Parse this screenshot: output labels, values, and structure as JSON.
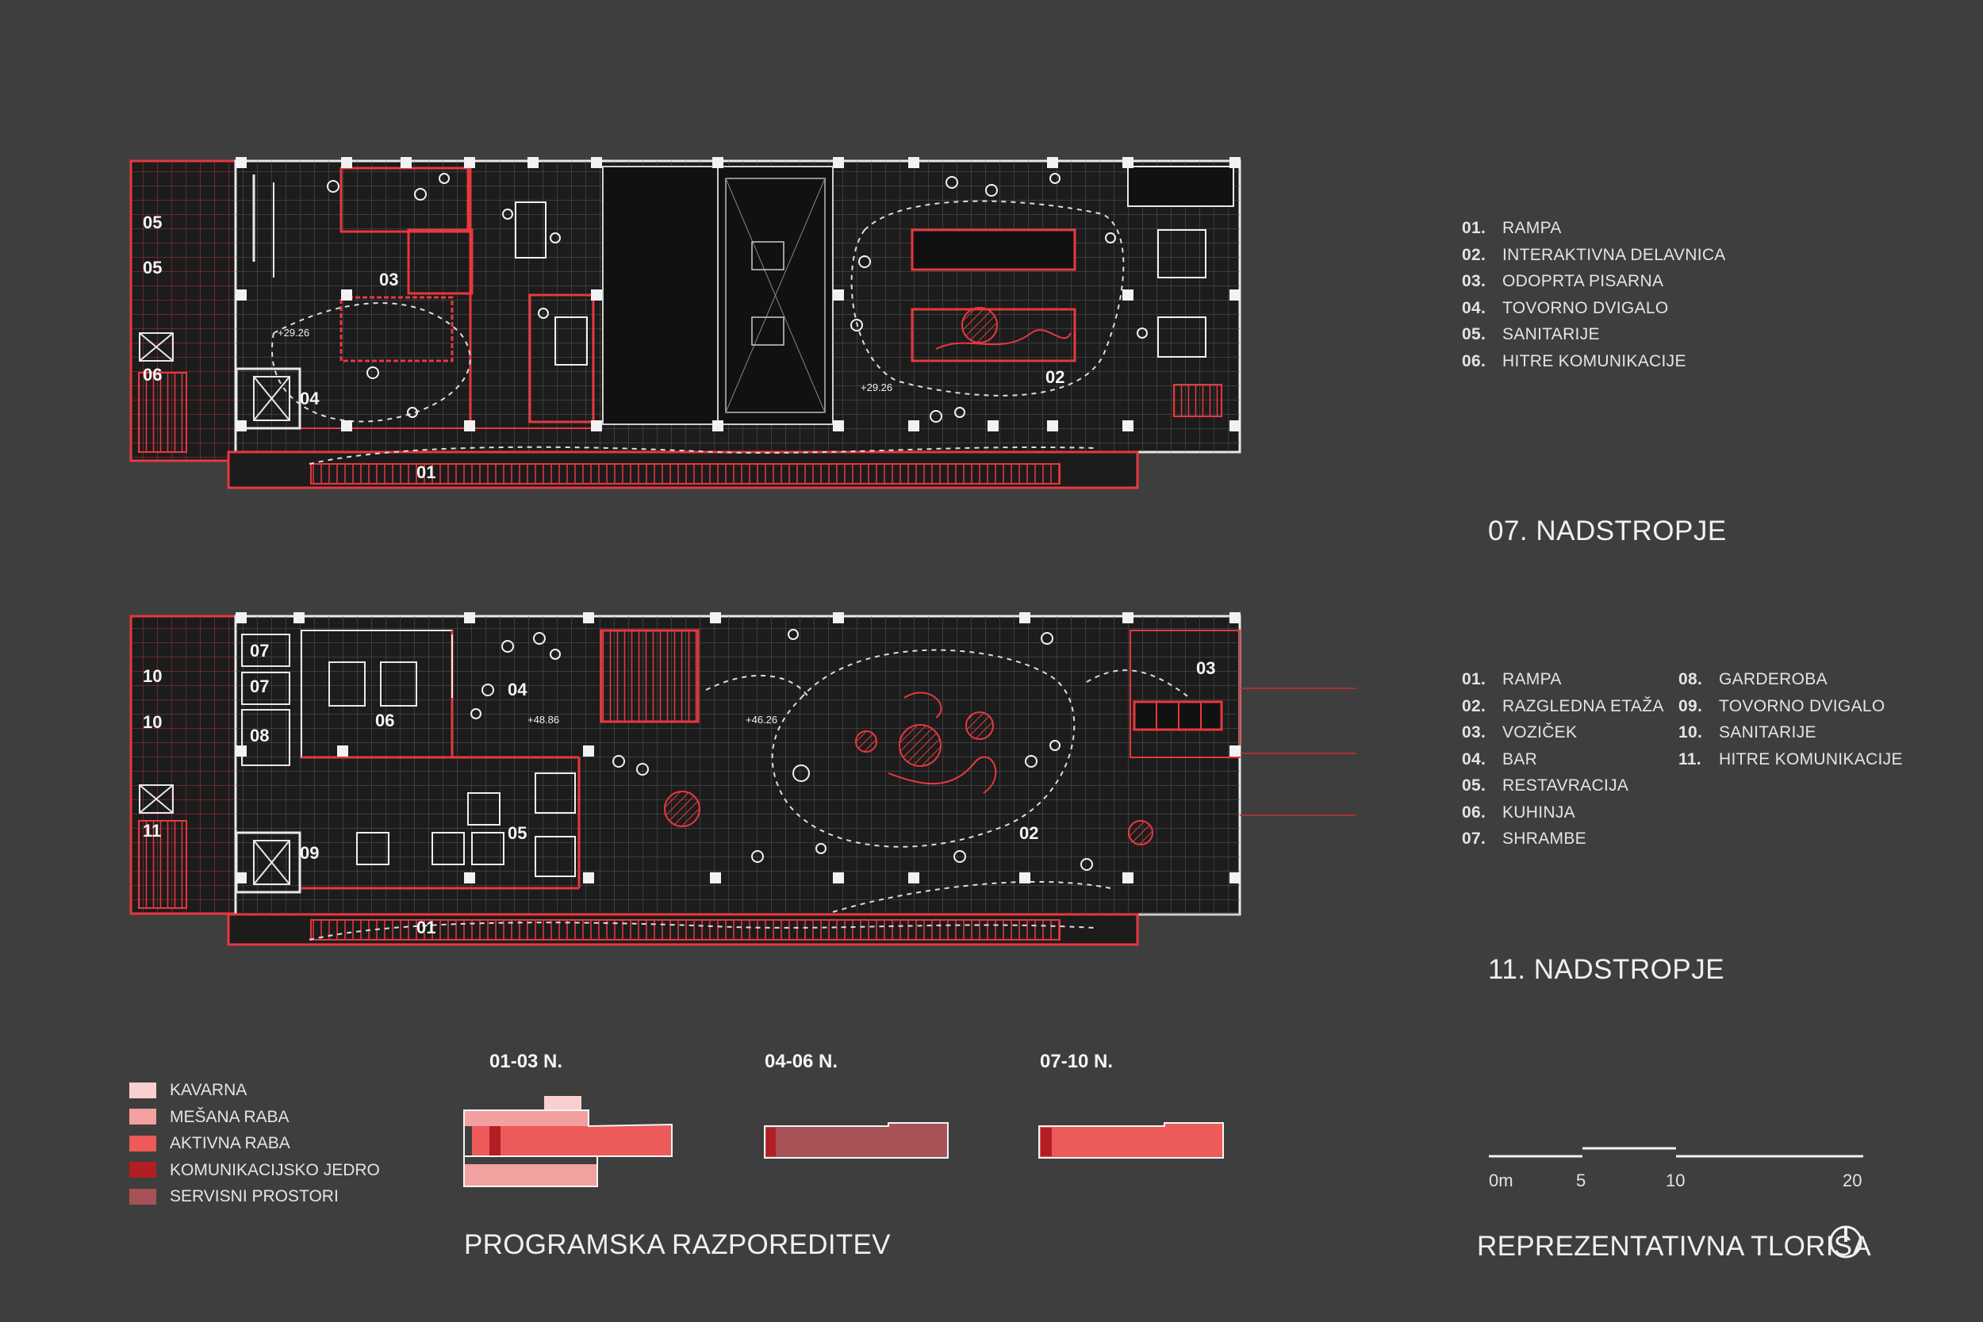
{
  "floor7": {
    "title": "07. NADSTROPJE",
    "legend": [
      {
        "num": "01.",
        "label": "RAMPA"
      },
      {
        "num": "02.",
        "label": "INTERAKTIVNA DELAVNICA"
      },
      {
        "num": "03.",
        "label": "ODOPRTA PISARNA"
      },
      {
        "num": "04.",
        "label": "TOVORNO DVIGALO"
      },
      {
        "num": "05.",
        "label": "SANITARIJE"
      },
      {
        "num": "06.",
        "label": "HITRE KOMUNIKACIJE"
      }
    ],
    "room_tags": [
      "05",
      "05",
      "06",
      "03",
      "04",
      "01",
      "02"
    ],
    "levels": [
      "+29.26",
      "+29.26"
    ]
  },
  "floor11": {
    "title": "11. NADSTROPJE",
    "legend_col1": [
      {
        "num": "01.",
        "label": "RAMPA"
      },
      {
        "num": "02.",
        "label": "RAZGLEDNA ETAŽA"
      },
      {
        "num": "03.",
        "label": "VOZIČEK"
      },
      {
        "num": "04.",
        "label": "BAR"
      },
      {
        "num": "05.",
        "label": "RESTAVRACIJA"
      },
      {
        "num": "06.",
        "label": "KUHINJA"
      },
      {
        "num": "07.",
        "label": "SHRAMBE"
      }
    ],
    "legend_col2": [
      {
        "num": "08.",
        "label": "GARDEROBA"
      },
      {
        "num": "09.",
        "label": "TOVORNO DVIGALO"
      },
      {
        "num": "10.",
        "label": "SANITARIJE"
      },
      {
        "num": "11.",
        "label": "HITRE KOMUNIKACIJE"
      }
    ],
    "room_tags": [
      "07",
      "07",
      "10",
      "10",
      "08",
      "11",
      "06",
      "04",
      "05",
      "09",
      "01",
      "02",
      "03"
    ],
    "levels": [
      "+48.86",
      "+46.26"
    ]
  },
  "program": {
    "title": "PROGRAMSKA RAZPOREDITEV",
    "legend": [
      {
        "label": "KAVARNA",
        "color": "#f8d0d0"
      },
      {
        "label": "MEŠANA RABA",
        "color": "#f2a0a0"
      },
      {
        "label": "AKTIVNA RABA",
        "color": "#ec5a5a"
      },
      {
        "label": "KOMUNIKACIJSKO JEDRO",
        "color": "#b21e24"
      },
      {
        "label": "SERVISNI PROSTORI",
        "color": "#a65256"
      }
    ],
    "blocks": [
      "01-03 N.",
      "04-06 N.",
      "07-10 N."
    ]
  },
  "plans": {
    "title": "REPREZENTATIVNA TLORISA",
    "scale_labels": [
      "0m",
      "5",
      "10",
      "20"
    ],
    "north_icon": "north-arrow-icon"
  },
  "colors": {
    "background": "#3e3e3e",
    "plan_fill": "#1c1c1c",
    "accent": "#e8383e",
    "grid": "#5a5a5a"
  }
}
